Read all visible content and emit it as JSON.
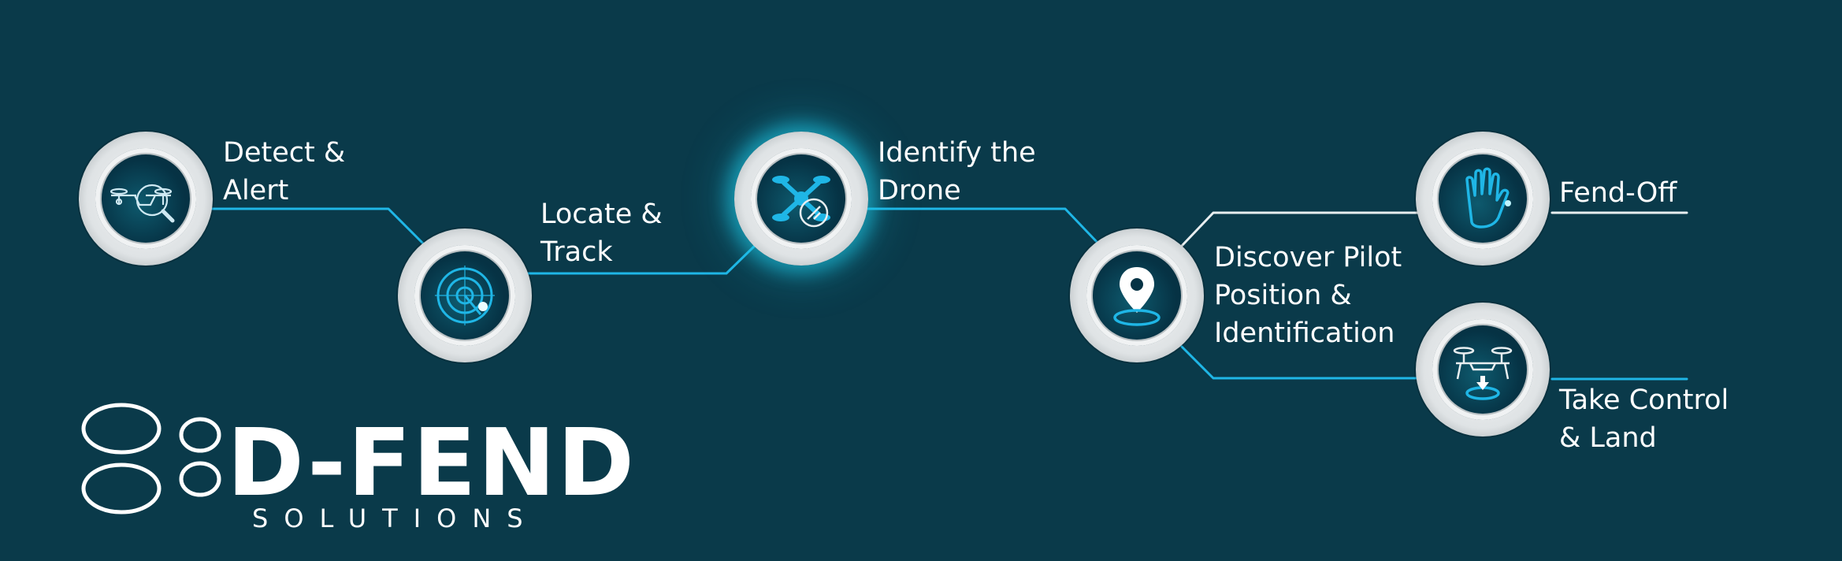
{
  "diagram": {
    "steps": [
      {
        "id": "detect",
        "lines": [
          "Detect &",
          "Alert"
        ],
        "icon": "drone-search-icon"
      },
      {
        "id": "locate",
        "lines": [
          "Locate &",
          "Track"
        ],
        "icon": "radar-icon"
      },
      {
        "id": "identify",
        "lines": [
          "Identify the",
          "Drone"
        ],
        "icon": "drone-identify-icon"
      },
      {
        "id": "discover",
        "lines": [
          "Discover Pilot",
          "Position &",
          "Identification"
        ],
        "icon": "location-pin-icon"
      },
      {
        "id": "fendoff",
        "lines": [
          "Fend-Off"
        ],
        "icon": "hand-icon"
      },
      {
        "id": "takecontrol",
        "lines": [
          "Take Control",
          "& Land"
        ],
        "icon": "drone-landing-icon"
      }
    ]
  },
  "logo": {
    "name": "D-FEND",
    "subtitle": "SOLUTIONS"
  },
  "colors": {
    "background": "#0a3a4a",
    "accent": "#1fb6e6",
    "line_white": "#e8eef0",
    "text": "#ffffff"
  }
}
